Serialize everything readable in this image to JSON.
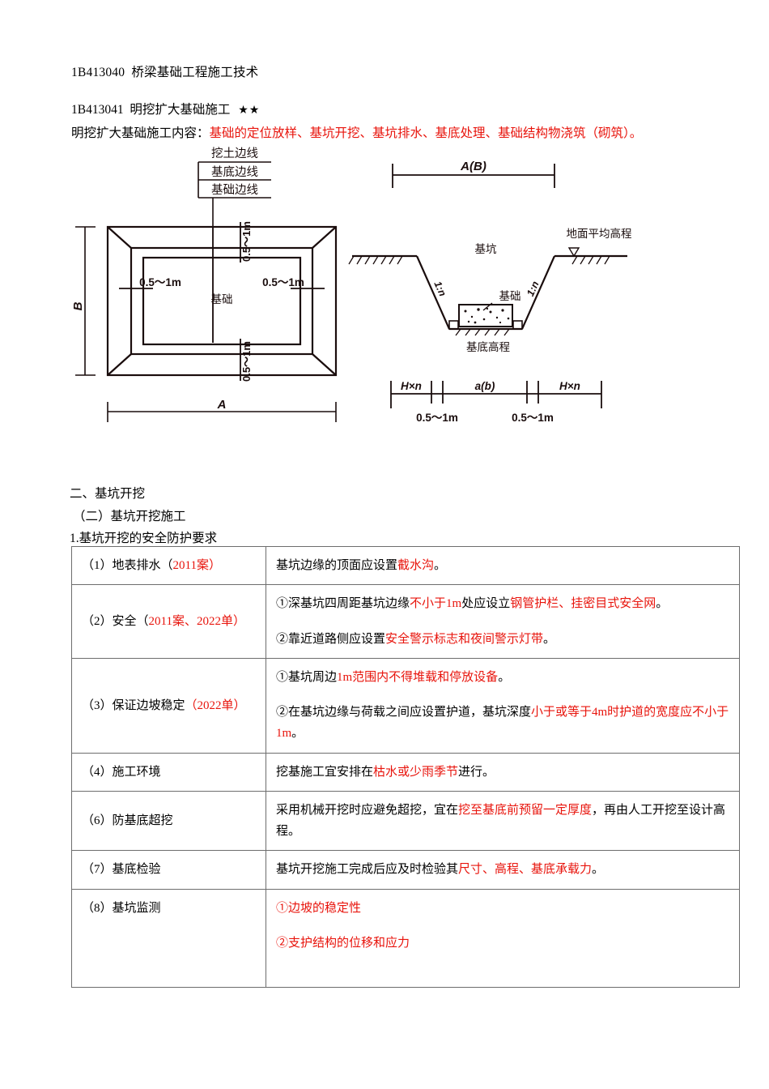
{
  "document": {
    "heading_code": "1B413040",
    "heading_title": "桥梁基础工程施工技术",
    "sub_code": "1B413041",
    "sub_title": "明挖扩大基础施工",
    "stars": "★★",
    "lead_label": "明挖扩大基础施工内容：",
    "lead_red": "基础的定位放样、基坑开挖、基坑排水、基底处理、基础结构物浇筑（砌筑）。",
    "section_1": "二、基坑开挖",
    "section_2": "（二）基坑开挖施工",
    "section_3": "1.基坑开挖的安全防护要求"
  },
  "figure": {
    "plan": {
      "callout_1": "挖土边线",
      "callout_2": "基底边线",
      "callout_3": "基础边线",
      "center_label": "基础",
      "dim_left": "B",
      "dim_bottom": "A",
      "dim_inner_left": "0.5～1m",
      "dim_inner_right": "0.5～1m",
      "dim_top_vertical": "0.5～1m",
      "dim_bottom_vertical": "0.5～1m"
    },
    "section": {
      "dim_top": "A(B)",
      "pit_label": "基坑",
      "foundation_label": "基础",
      "base_elevation_label": "基底高程",
      "ground_elevation_label": "地面平均高程",
      "slope_left": "1:n",
      "slope_right": "1:n",
      "dim_left_hn": "H×n",
      "dim_right_hn": "H×n",
      "dim_center": "a(b)",
      "dim_left_small": "0.5～1m",
      "dim_right_small": "0.5～1m"
    }
  },
  "table": {
    "rows": [
      {
        "label_plain": "（1）地表排水（",
        "label_red": "2011案）",
        "content": [
          {
            "segments": [
              {
                "t": "基坑边缘的顶面应设置",
                "c": "black"
              },
              {
                "t": "截水沟",
                "c": "red"
              },
              {
                "t": "。",
                "c": "black"
              }
            ]
          }
        ]
      },
      {
        "label_plain": "（2）安全（",
        "label_red": "2011案、2022单）",
        "content": [
          {
            "segments": [
              {
                "t": "①深基坑四周距基坑边缘",
                "c": "black"
              },
              {
                "t": "不小于1m",
                "c": "red"
              },
              {
                "t": "处应设立",
                "c": "black"
              },
              {
                "t": "钢管护栏、挂密目式安全网",
                "c": "red"
              },
              {
                "t": "。",
                "c": "black"
              }
            ]
          },
          {
            "segments": [
              {
                "t": "②靠近道路侧应设置",
                "c": "black"
              },
              {
                "t": "安全警示标志和夜间警示灯带",
                "c": "red"
              },
              {
                "t": "。",
                "c": "black"
              }
            ]
          }
        ]
      },
      {
        "label_plain": "（3）保证边坡稳定",
        "label_red": "（2022单）",
        "content": [
          {
            "segments": [
              {
                "t": "①基坑周边",
                "c": "black"
              },
              {
                "t": "1m范围内不得堆载和停放设备",
                "c": "red"
              },
              {
                "t": "。",
                "c": "black"
              }
            ]
          },
          {
            "segments": [
              {
                "t": "②在基坑边缘与荷载之间应设置护道，基坑深度",
                "c": "black"
              },
              {
                "t": "小于或等于4m时护道的宽度应不小于1m",
                "c": "red"
              },
              {
                "t": "。",
                "c": "black"
              }
            ]
          }
        ]
      },
      {
        "label_plain": "（4）施工环境",
        "label_red": "",
        "content": [
          {
            "segments": [
              {
                "t": "挖基施工宜安排在",
                "c": "black"
              },
              {
                "t": "枯水或少雨季节",
                "c": "red"
              },
              {
                "t": "进行。",
                "c": "black"
              }
            ]
          }
        ]
      },
      {
        "label_plain": "（6）防基底超挖",
        "label_red": "",
        "content": [
          {
            "segments": [
              {
                "t": "采用机械开挖时应避免超挖，宜在",
                "c": "black"
              },
              {
                "t": "挖至基底前预留一定厚度",
                "c": "red"
              },
              {
                "t": "，再由人工开挖至设计高程。",
                "c": "black"
              }
            ]
          }
        ]
      },
      {
        "label_plain": "（7）基底检验",
        "label_red": "",
        "content": [
          {
            "segments": [
              {
                "t": "基坑开挖施工完成后应及时检验其",
                "c": "black"
              },
              {
                "t": "尺寸、高程、基底承载力",
                "c": "red"
              },
              {
                "t": "。",
                "c": "black"
              }
            ]
          }
        ]
      },
      {
        "label_plain": "（8）基坑监测",
        "label_red": "",
        "content": [
          {
            "segments": [
              {
                "t": "①边坡的稳定性",
                "c": "red"
              }
            ]
          },
          {
            "segments": [
              {
                "t": "②支护结构的位移和应力",
                "c": "red"
              }
            ]
          }
        ]
      }
    ]
  },
  "colors": {
    "red": "#e8140c",
    "table_border": "#6d6d6d",
    "ink": "#1a0d0d"
  }
}
